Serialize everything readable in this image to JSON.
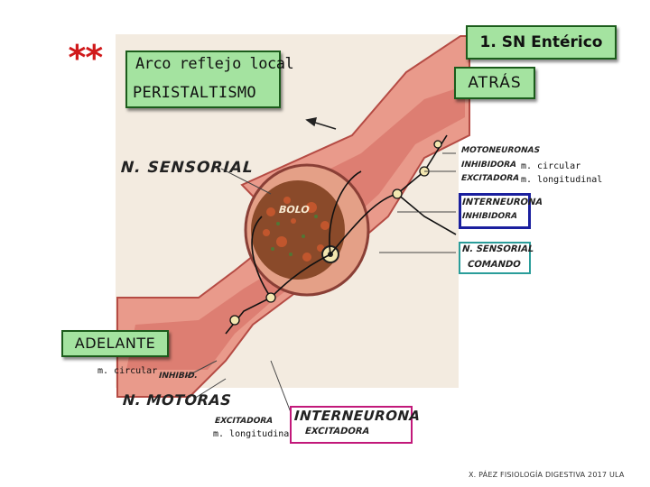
{
  "header": {
    "stars": "**",
    "title_line1": "Arco reflejo local",
    "title_line2": "PERISTALTISMO",
    "section": "1. SN Entérico",
    "direction_back": "ATRÁS",
    "direction_forward": "ADELANTE"
  },
  "labels": {
    "m_circular_top": "m. circular",
    "m_longitudinal_top": "m. longitudinal",
    "m_circular_bottom": "m. circular",
    "m_longitudinal_bottom": "m. longitudinal"
  },
  "handwritten": {
    "n_sensorial": "N. SENSORIAL",
    "bolo": "BOLO",
    "motoneuronas_line1": "MOTONEURONAS",
    "motoneuronas_line2": "INHIBIDORA",
    "motoneuronas_line3": "EXCITADORA",
    "interneurona_inhibidora_line1": "INTERNEURONA",
    "interneurona_inhibidora_line2": "INHIBIDORA",
    "n_sensorial_comando_line1": "N. SENSORIAL",
    "n_sensorial_comando_line2": "COMANDO",
    "inhibid": "INHIBID.",
    "n_motoras": "N. MOTORAS",
    "excitadora_bottom": "EXCITADORA",
    "interneurona_excitadora_line1": "INTERNEURONA",
    "interneurona_excitadora_line2": "EXCITADORA"
  },
  "footer": "X. PÁEZ  FISIOLOGÍA DIGESTIVA 2017  ULA",
  "colors": {
    "box_fill": "#a4e3a0",
    "box_border": "#1b5c1b",
    "stars": "#d0191b",
    "interneurona_inhibidora_frame": "#1a1f9e",
    "n_sensorial_comando_frame": "#2a9d9a",
    "interneurona_excitadora_frame": "#c2187a",
    "gut_wall": "#e8988a",
    "gut_inner": "#c9564a"
  }
}
